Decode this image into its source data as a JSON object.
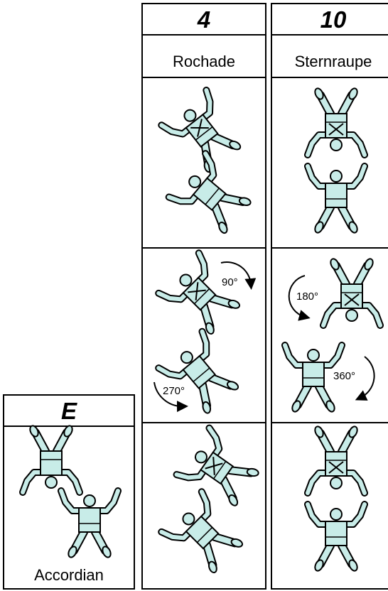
{
  "columns": [
    {
      "number": "4",
      "name": "Rochade",
      "rotations": {
        "top_right": "90°",
        "bottom_left": "270°"
      }
    },
    {
      "number": "10",
      "name": "Sternraupe",
      "rotations": {
        "left": "180°",
        "right": "360°"
      }
    }
  ],
  "block": {
    "letter": "E",
    "name": "Accordian"
  },
  "colors": {
    "figure_fill": "#c8ece8",
    "outline": "#000000"
  }
}
